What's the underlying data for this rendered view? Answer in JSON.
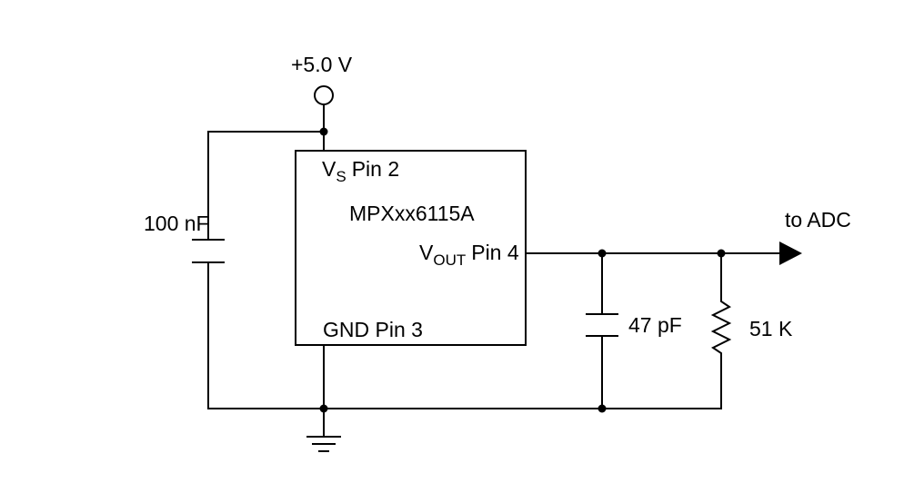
{
  "supply": {
    "label": "+5.0 V"
  },
  "chip": {
    "name": "MPXxx6115A",
    "vs_main": "V",
    "vs_sub": "S",
    "vs_pin": "Pin 2",
    "vout_main": "V",
    "vout_sub": "OUT",
    "vout_pin": "Pin 4",
    "gnd_label": "GND Pin 3"
  },
  "components": {
    "bypass_cap": "100 nF",
    "filter_cap": "47 pF",
    "resistor": "51 K"
  },
  "output": {
    "label": "to ADC"
  }
}
